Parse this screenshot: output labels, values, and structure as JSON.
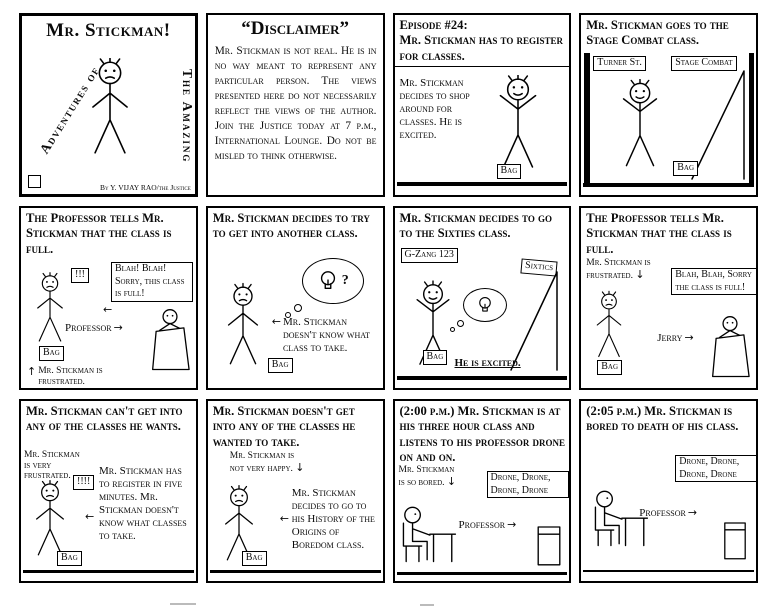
{
  "page": {
    "bg": "#ffffff",
    "ink": "#000000"
  },
  "p1": {
    "title": "Mr. Stickman!",
    "side_left": "Adventures of",
    "side_right": "The Amazing",
    "byline": "By Y. VIJAY RAO/the Justice"
  },
  "p2": {
    "heading": "“Disclaimer”",
    "body": "Mr. Stickman is not real. He is in no way meant to represent any particular person. The views presented here do not necessarily reflect the views of the author. Join the Justice today at 7 p.m., International Lounge. Do not be misled to think otherwise."
  },
  "p3": {
    "heading_1": "Episode #24:",
    "heading_2": "Mr. Stickman has to register for classes.",
    "caption": "Mr. Stickman decides to shop around for classes. He is excited.",
    "bag": "Bag"
  },
  "p4": {
    "heading": "Mr. Stickman goes to the Stage Combat class.",
    "sign_street": "Turner St.",
    "sign_class": "Stage Combat",
    "bag": "Bag"
  },
  "p5": {
    "heading": "The Professor tells Mr. Stickman that the class is full.",
    "exclaim": "!!!",
    "speech": "Blah! Blah! Sorry, this class is full!",
    "professor": "Professor",
    "bag": "Bag",
    "caption": "Mr. Stickman is frustrated."
  },
  "p6": {
    "heading": "Mr. Stickman decides to try to get into another class.",
    "question": "?",
    "caption": "Mr. Stickman doesn't know what class to take.",
    "bag": "Bag"
  },
  "p7": {
    "heading": "Mr. Stickman decides to go to the Sixties class.",
    "sign_room": "G-Zang 123",
    "sign_class": "Sixtics",
    "caption": "He is excited.",
    "bag": "Bag"
  },
  "p8": {
    "heading": "The Professor tells Mr. Stickman that the class is full.",
    "sub": "Mr. Stickman is frustrated.",
    "speech": "Blah, Blah, Sorry the class is full!",
    "jerry": "Jerry",
    "bag": "Bag"
  },
  "p9": {
    "heading": "Mr. Stickman can't get into any of the classes he wants.",
    "sub": "Mr. Stickman is very frustrated.",
    "exclaim": "!!!!",
    "caption": "Mr. Stickman has to register in five minutes. Mr. Stickman doesn't know what classes to take.",
    "bag": "Bag"
  },
  "p10": {
    "heading": "Mr. Stickman doesn't get into any of the classes he wanted to take.",
    "sub": "Mr. Stickman is not very happy.",
    "caption": "Mr. Stickman decides to go to his History of the Origins of Boredom class.",
    "bag": "Bag"
  },
  "p11": {
    "heading": "(2:00 p.m.) Mr. Stickman is at his three hour class and listens to his professor drone on and on.",
    "sub": "Mr. Stickman is so bored.",
    "speech": "Drone, Drone, Drone, Drone",
    "professor": "Professor"
  },
  "p12": {
    "heading": "(2:05 p.m.) Mr. Stickman is bored to death of his class.",
    "speech": "Drone, Drone, Drone, Drone",
    "professor": "Professor"
  }
}
